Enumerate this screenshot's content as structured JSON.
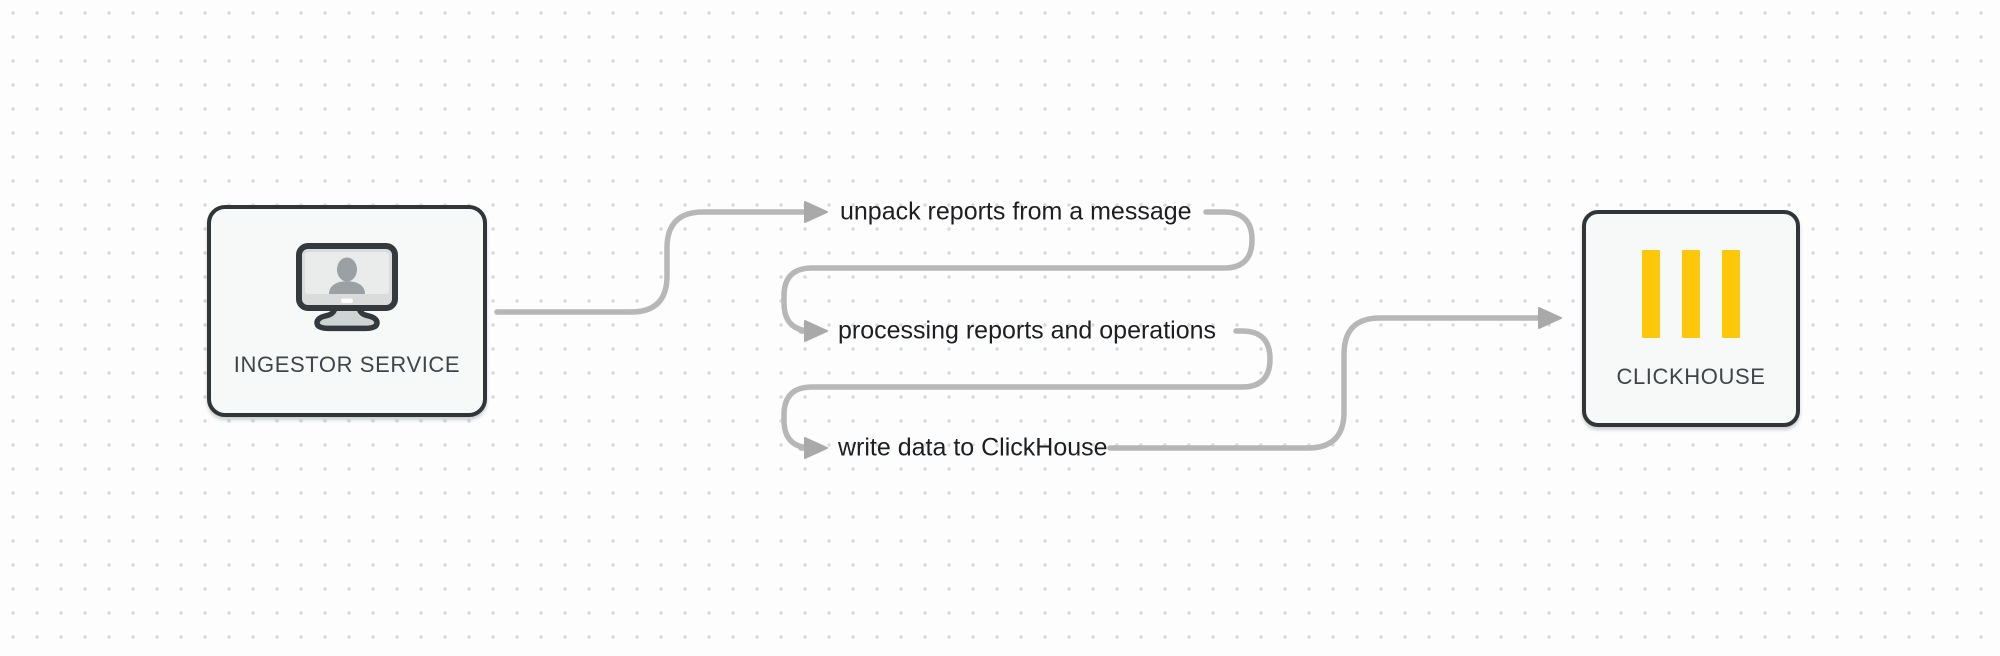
{
  "diagram": {
    "title": "ingestor service to clickhouse flow",
    "nodes": [
      {
        "id": "ingestor-service",
        "label": "INGESTOR SERVICE",
        "icon": "monitor-user-icon"
      },
      {
        "id": "clickhouse",
        "label": "CLICKHOUSE",
        "icon": "clickhouse-bars-icon"
      }
    ],
    "steps": [
      {
        "id": "step-1",
        "label": "unpack reports from a message"
      },
      {
        "id": "step-2",
        "label": "processing reports and operations"
      },
      {
        "id": "step-3",
        "label": "write data to ClickHouse"
      }
    ],
    "colors": {
      "background": "#fdfdfd",
      "grid_dot": "#dadada",
      "wire_gray": "#b7b7b7",
      "arrowhead_gray": "#a9a9a9",
      "node_border": "#2f3538",
      "node_fill": "#f7f9f8",
      "clickhouse_yellow": "#fdc70a",
      "step_label_text": "#1c1e21",
      "node_label_text": "#3e4448"
    }
  }
}
